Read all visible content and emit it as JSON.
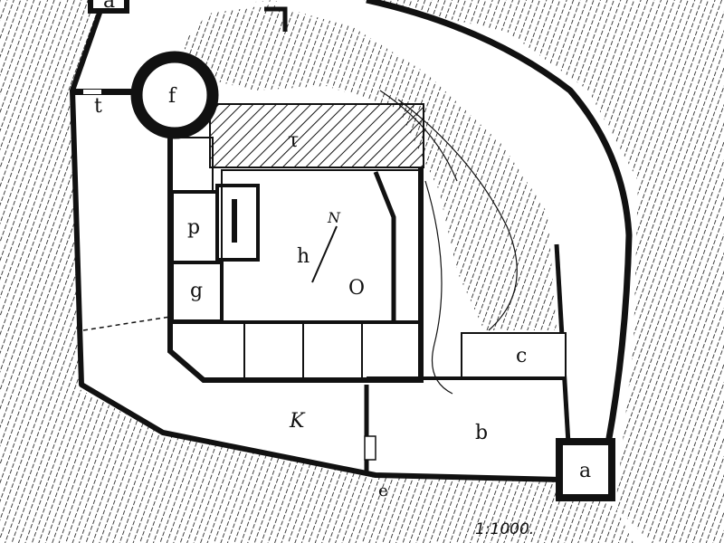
{
  "title": "Castle ground plan",
  "labels": {
    "a_top": "a",
    "t": "t",
    "f": "f",
    "r": "τ",
    "p": "p",
    "g": "g",
    "h": "h",
    "north": "N",
    "o": "O",
    "k": "K",
    "b": "b",
    "c": "c",
    "a": "a",
    "e": "e"
  },
  "scale": "1:1000.",
  "colors": {
    "ink": "#111111",
    "paper": "#ffffff"
  }
}
